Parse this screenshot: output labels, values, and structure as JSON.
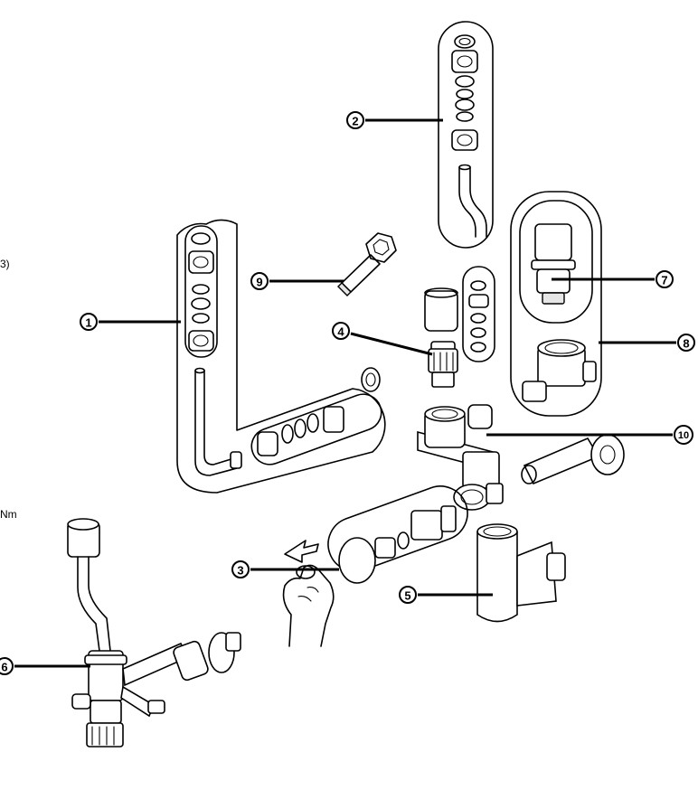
{
  "callouts": [
    {
      "id": "1",
      "label": "①",
      "part": "kit-bend-fittings"
    },
    {
      "id": "2",
      "label": "②",
      "part": "kit-pipe-fittings"
    },
    {
      "id": "3",
      "label": "③",
      "part": "cartridge-removal"
    },
    {
      "id": "4",
      "label": "④",
      "part": "cartridge-insert"
    },
    {
      "id": "5",
      "label": "⑤",
      "part": "tee-housing"
    },
    {
      "id": "6",
      "label": "⑥",
      "part": "assembled-unit"
    },
    {
      "id": "7",
      "label": "⑦",
      "part": "vent-valve"
    },
    {
      "id": "8",
      "label": "⑧",
      "part": "valve-kit"
    },
    {
      "id": "9",
      "label": "⑨",
      "part": "hex-key"
    },
    {
      "id": "10",
      "label": "⑩",
      "part": "valve-body"
    }
  ],
  "margin_text": {
    "fragment_a": "3)",
    "fragment_b": "Nm"
  },
  "colors": {
    "line": "#000000",
    "background": "#ffffff",
    "shade": "#e6e6e6"
  }
}
